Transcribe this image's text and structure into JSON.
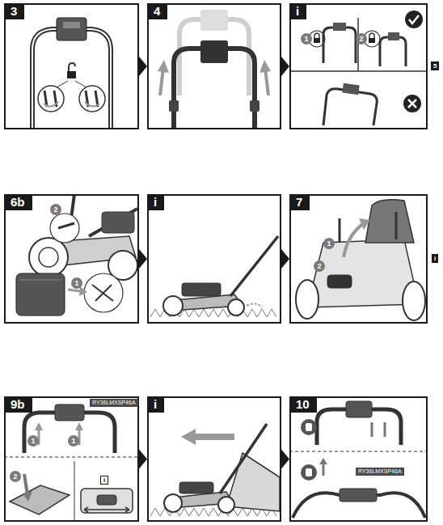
{
  "diagram": {
    "nodes": [
      {
        "text": [
          "3"
        ]
      },
      {
        "text": [
          "4"
        ]
      },
      {
        "text": [
          "i"
        ]
      },
      {
        "text": [
          "6b"
        ]
      },
      {
        "text": [
          "i"
        ]
      },
      {
        "text": [
          "7"
        ]
      },
      {
        "text": [
          "9b"
        ]
      },
      {
        "text": [
          "i"
        ]
      },
      {
        "text": [
          "10"
        ]
      }
    ],
    "edges": [
      {
        "from": 0,
        "to": 1,
        "arrow": "to"
      },
      {
        "from": 1,
        "to": 2,
        "arrow": "to"
      },
      {
        "from": 3,
        "to": 4,
        "arrow": "to"
      },
      {
        "from": 4,
        "to": 5,
        "arrow": "to"
      },
      {
        "from": 6,
        "to": 7,
        "arrow": "to"
      },
      {
        "from": 7,
        "to": 8,
        "arrow": "to"
      }
    ],
    "labels": [
      "1",
      "2",
      "5",
      "2",
      "1",
      "1",
      "2",
      "i",
      "RY36LMXSP46A",
      "1",
      "1",
      "2",
      "i",
      "RY36LMXSP46A"
    ]
  }
}
